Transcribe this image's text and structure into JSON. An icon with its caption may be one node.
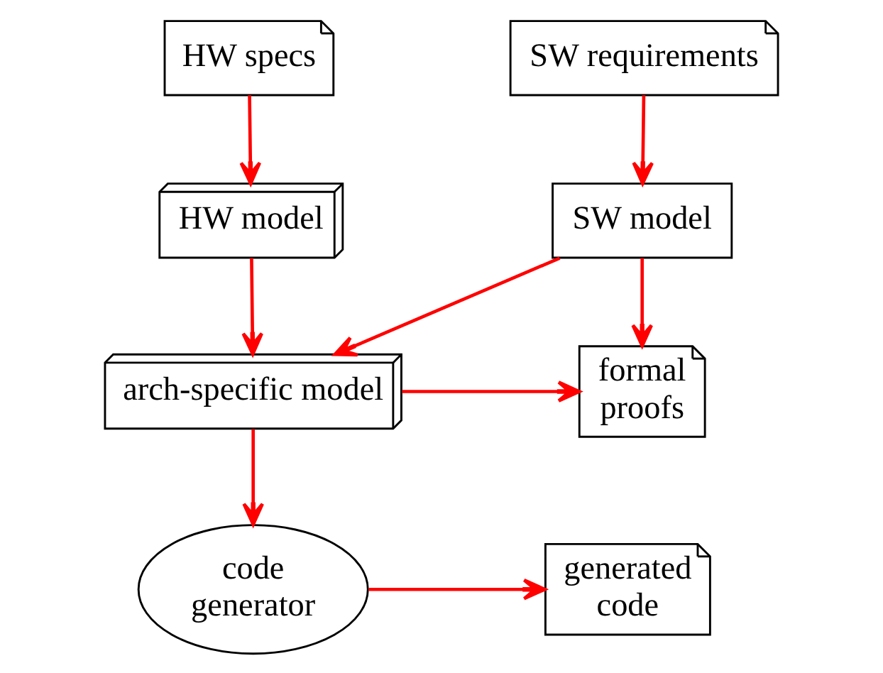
{
  "diagram": {
    "nodes": [
      {
        "text": [
          "SW requirements"
        ]
      },
      {
        "text": [
          "HW specs"
        ]
      },
      {
        "text": [
          "SW model"
        ]
      },
      {
        "text": [
          "HW model"
        ]
      },
      {
        "text": [
          "formal proofs"
        ]
      },
      {
        "text": [
          "arch-specific model"
        ]
      },
      {
        "text": [
          "generated code"
        ]
      },
      {
        "text": [
          "code generator"
        ]
      }
    ],
    "edges": [
      {
        "from": 0,
        "to": 2,
        "arrow": "to",
        "color": "#ff0000"
      },
      {
        "from": 1,
        "to": 3,
        "arrow": "to",
        "color": "#ff0000"
      },
      {
        "from": 2,
        "to": 4,
        "arrow": "to",
        "color": "#ff0000"
      },
      {
        "from": 2,
        "to": 5,
        "arrow": "to",
        "color": "#ff0000"
      },
      {
        "from": 3,
        "to": 5,
        "arrow": "to",
        "color": "#ff0000"
      },
      {
        "from": 5,
        "to": 4,
        "arrow": "to",
        "color": "#ff0000"
      },
      {
        "from": 5,
        "to": 7,
        "arrow": "to",
        "color": "#ff0000"
      },
      {
        "from": 7,
        "to": 6,
        "arrow": "to",
        "color": "#ff0000"
      }
    ]
  }
}
